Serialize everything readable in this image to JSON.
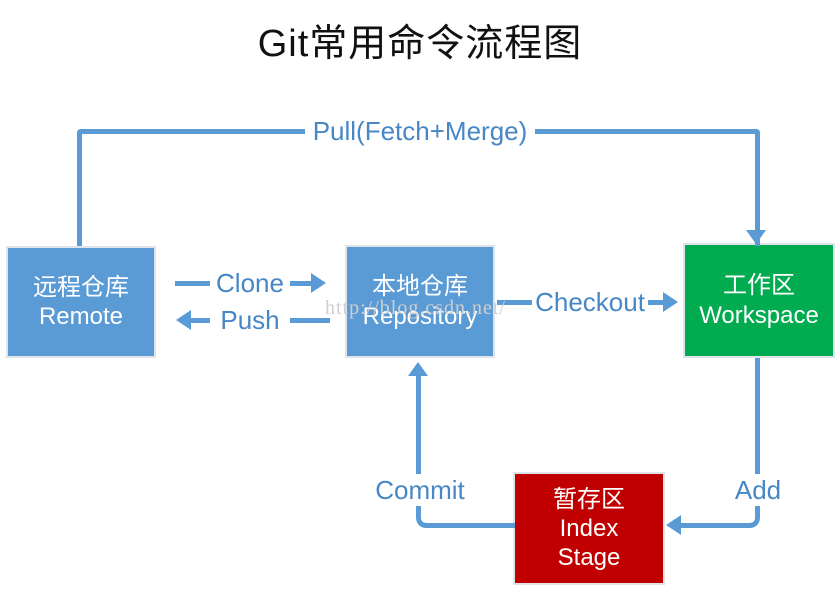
{
  "title": "Git常用命令流程图",
  "watermark": "http://blog.csdn.net/",
  "colors": {
    "node_blue": "#5B9BD5",
    "node_green": "#00AC4F",
    "node_red": "#C00000",
    "connector_blue": "#5B9BD5",
    "edge_label_blue": "#4787C6",
    "title_black": "#111111",
    "watermark_gray": "#CFCFCF"
  },
  "nodes": {
    "remote": {
      "line1": "远程仓库",
      "line2": "Remote"
    },
    "repository": {
      "line1": "本地仓库",
      "line2": "Repository"
    },
    "workspace": {
      "line1": "工作区",
      "line2": "Workspace"
    },
    "index": {
      "line1": "暂存区",
      "line2": "Index",
      "line3": "Stage"
    }
  },
  "edges": {
    "pull": {
      "label": "Pull(Fetch+Merge)",
      "from": "remote",
      "to": "workspace"
    },
    "clone": {
      "label": "Clone",
      "from": "remote",
      "to": "repository"
    },
    "push": {
      "label": "Push",
      "from": "repository",
      "to": "remote"
    },
    "checkout": {
      "label": "Checkout",
      "from": "repository",
      "to": "workspace"
    },
    "commit": {
      "label": "Commit",
      "from": "index",
      "to": "repository"
    },
    "add": {
      "label": "Add",
      "from": "workspace",
      "to": "index"
    }
  }
}
